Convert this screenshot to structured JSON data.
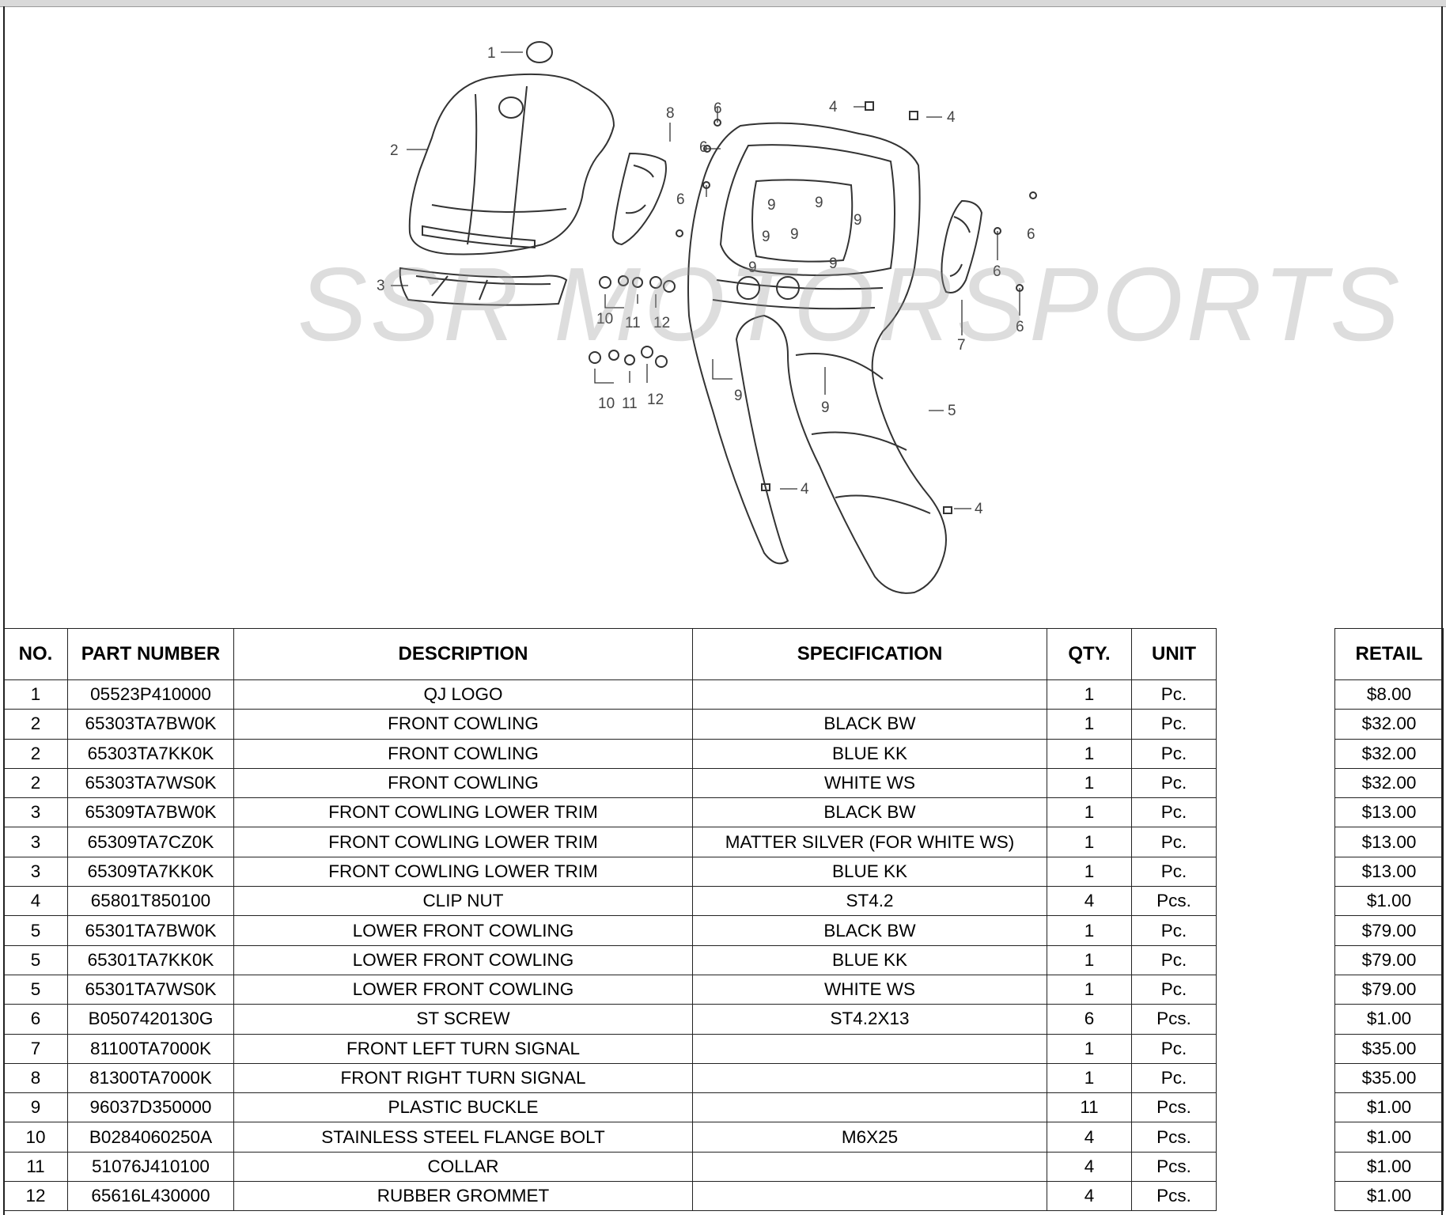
{
  "watermark": "SSR MOTORSPORTS",
  "callouts": {
    "c1": "1",
    "c2": "2",
    "c3": "3",
    "c4a": "4",
    "c4b": "4",
    "c4c": "4",
    "c4d": "4",
    "c5": "5",
    "c6a": "6",
    "c6b": "6",
    "c6c": "6",
    "c6d": "6",
    "c6e": "6",
    "c6f": "6",
    "c7": "7",
    "c8": "8",
    "c9a": "9",
    "c9b": "9",
    "c9c": "9",
    "c9d": "9",
    "c9e": "9",
    "c9f": "9",
    "c9g": "9",
    "c9h": "9",
    "c9i": "9",
    "c10a": "10",
    "c11a": "11",
    "c12a": "12",
    "c10b": "10",
    "c11b": "11",
    "c12b": "12"
  },
  "table": {
    "headers": {
      "no": "NO.",
      "part_number": "PART NUMBER",
      "description": "DESCRIPTION",
      "specification": "SPECIFICATION",
      "qty": "QTY.",
      "unit": "UNIT",
      "blank": "",
      "retail": "RETAIL"
    },
    "rows": [
      {
        "no": "1",
        "part_number": "05523P410000",
        "description": "QJ LOGO",
        "specification": "",
        "qty": "1",
        "unit": "Pc.",
        "retail": "$8.00"
      },
      {
        "no": "2",
        "part_number": "65303TA7BW0K",
        "description": "FRONT COWLING",
        "specification": "BLACK BW",
        "qty": "1",
        "unit": "Pc.",
        "retail": "$32.00"
      },
      {
        "no": "2",
        "part_number": "65303TA7KK0K",
        "description": "FRONT COWLING",
        "specification": "BLUE KK",
        "qty": "1",
        "unit": "Pc.",
        "retail": "$32.00"
      },
      {
        "no": "2",
        "part_number": "65303TA7WS0K",
        "description": "FRONT COWLING",
        "specification": "WHITE WS",
        "qty": "1",
        "unit": "Pc.",
        "retail": "$32.00"
      },
      {
        "no": "3",
        "part_number": "65309TA7BW0K",
        "description": "FRONT COWLING LOWER TRIM",
        "specification": "BLACK BW",
        "qty": "1",
        "unit": "Pc.",
        "retail": "$13.00"
      },
      {
        "no": "3",
        "part_number": "65309TA7CZ0K",
        "description": "FRONT COWLING LOWER TRIM",
        "specification": "MATTER SILVER (FOR WHITE WS)",
        "qty": "1",
        "unit": "Pc.",
        "retail": "$13.00"
      },
      {
        "no": "3",
        "part_number": "65309TA7KK0K",
        "description": "FRONT COWLING LOWER TRIM",
        "specification": "BLUE KK",
        "qty": "1",
        "unit": "Pc.",
        "retail": "$13.00"
      },
      {
        "no": "4",
        "part_number": "65801T850100",
        "description": "CLIP NUT",
        "specification": "ST4.2",
        "qty": "4",
        "unit": "Pcs.",
        "retail": "$1.00"
      },
      {
        "no": "5",
        "part_number": "65301TA7BW0K",
        "description": "LOWER FRONT COWLING",
        "specification": "BLACK BW",
        "qty": "1",
        "unit": "Pc.",
        "retail": "$79.00"
      },
      {
        "no": "5",
        "part_number": "65301TA7KK0K",
        "description": "LOWER FRONT COWLING",
        "specification": "BLUE KK",
        "qty": "1",
        "unit": "Pc.",
        "retail": "$79.00"
      },
      {
        "no": "5",
        "part_number": "65301TA7WS0K",
        "description": "LOWER FRONT COWLING",
        "specification": "WHITE WS",
        "qty": "1",
        "unit": "Pc.",
        "retail": "$79.00"
      },
      {
        "no": "6",
        "part_number": "B0507420130G",
        "description": "ST SCREW",
        "specification": "ST4.2X13",
        "qty": "6",
        "unit": "Pcs.",
        "retail": "$1.00"
      },
      {
        "no": "7",
        "part_number": "81100TA7000K",
        "description": "FRONT LEFT TURN SIGNAL",
        "specification": "",
        "qty": "1",
        "unit": "Pc.",
        "retail": "$35.00"
      },
      {
        "no": "8",
        "part_number": "81300TA7000K",
        "description": "FRONT RIGHT TURN SIGNAL",
        "specification": "",
        "qty": "1",
        "unit": "Pc.",
        "retail": "$35.00"
      },
      {
        "no": "9",
        "part_number": "96037D350000",
        "description": "PLASTIC BUCKLE",
        "specification": "",
        "qty": "11",
        "unit": "Pcs.",
        "retail": "$1.00"
      },
      {
        "no": "10",
        "part_number": "B0284060250A",
        "description": "STAINLESS STEEL FLANGE BOLT",
        "specification": "M6X25",
        "qty": "4",
        "unit": "Pcs.",
        "retail": "$1.00"
      },
      {
        "no": "11",
        "part_number": "51076J410100",
        "description": "COLLAR",
        "specification": "",
        "qty": "4",
        "unit": "Pcs.",
        "retail": "$1.00"
      },
      {
        "no": "12",
        "part_number": "65616L430000",
        "description": "RUBBER GROMMET",
        "specification": "",
        "qty": "4",
        "unit": "Pcs.",
        "retail": "$1.00"
      }
    ]
  }
}
